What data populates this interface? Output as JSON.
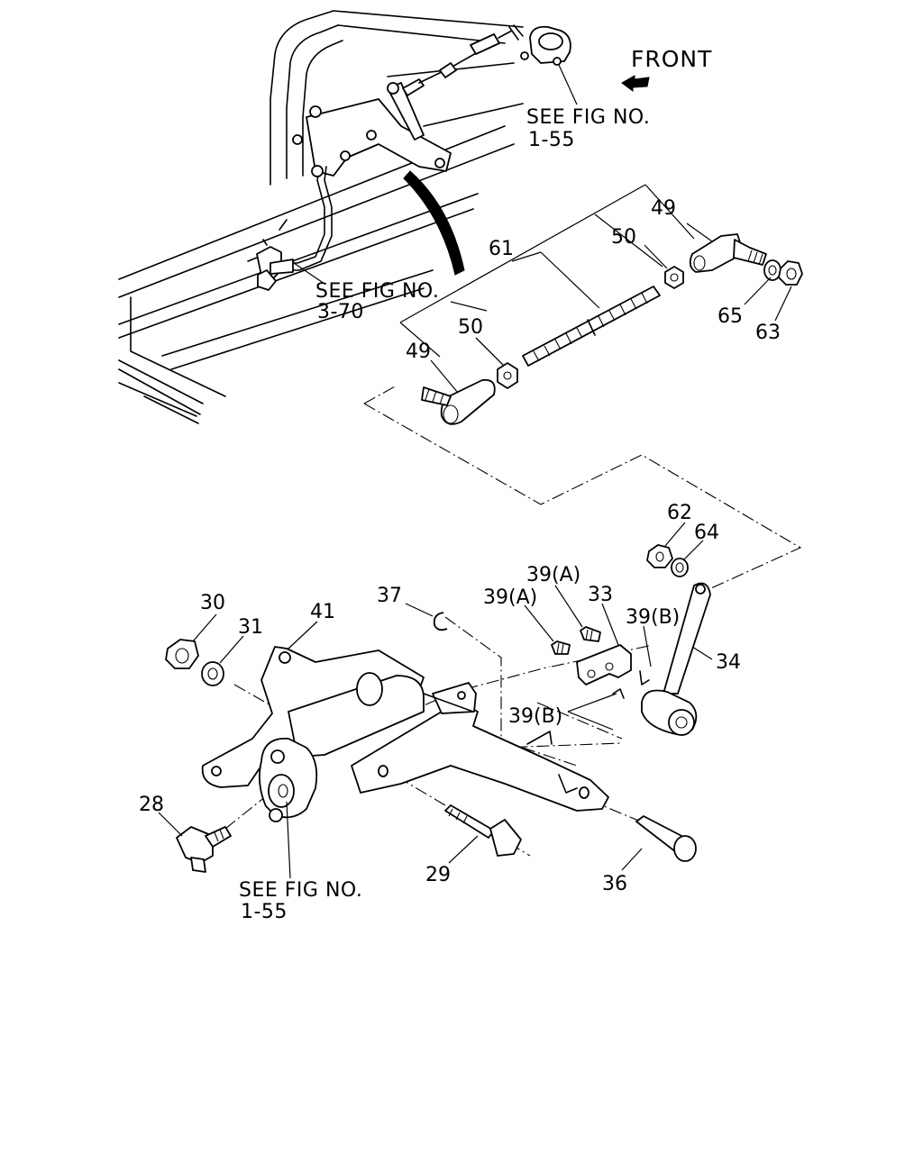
{
  "direction_label": "FRONT",
  "references": {
    "top_right": [
      "SEE FIG NO.",
      "1-55"
    ],
    "top_center": [
      "SEE FIG NO.",
      "3-70"
    ],
    "bottom_left": [
      "SEE FIG NO.",
      "1-55"
    ]
  },
  "callouts": {
    "p49_upper": "49",
    "p50_upper": "50",
    "p61": "61",
    "p65": "65",
    "p63": "63",
    "p50_lower": "50",
    "p49_lower": "49",
    "p62": "62",
    "p64": "64",
    "p30": "30",
    "p31": "31",
    "p41": "41",
    "p37": "37",
    "p39a_left": "39(A)",
    "p39a_right": "39(A)",
    "p33": "33",
    "p39b_upper": "39(B)",
    "p39b_lower": "39(B)",
    "p34": "34",
    "p28": "28",
    "p29": "29",
    "p36": "36"
  }
}
